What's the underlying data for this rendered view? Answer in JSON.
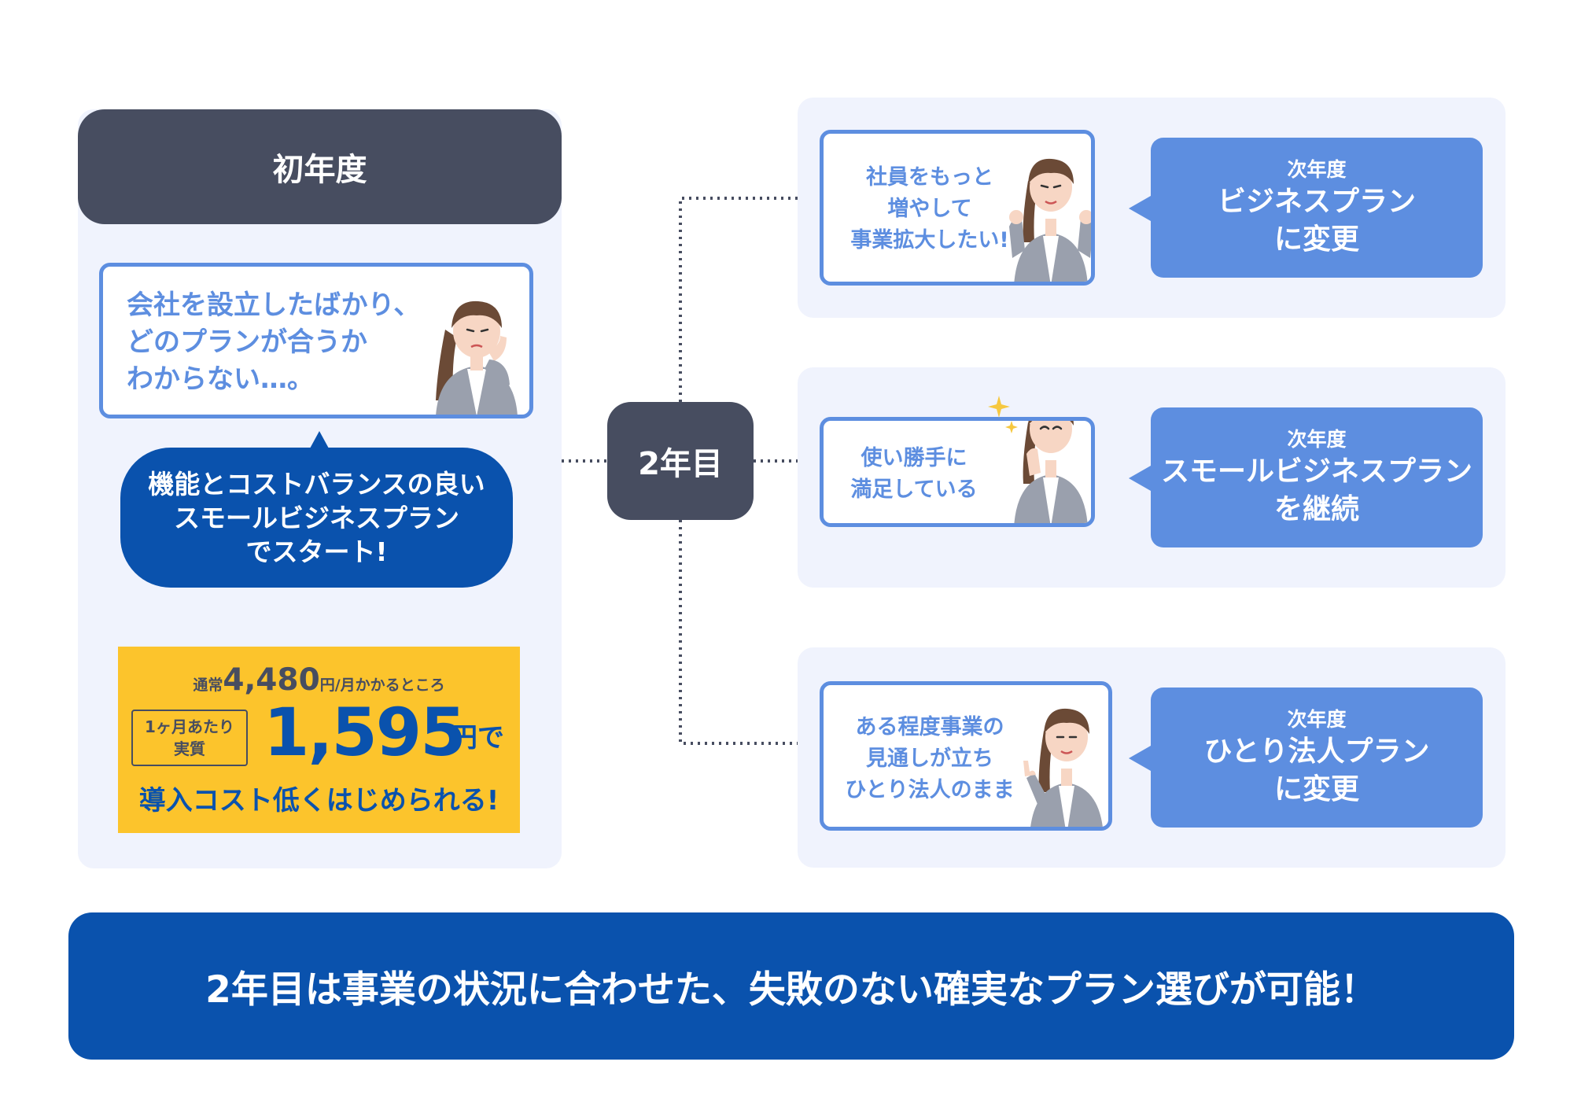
{
  "colors": {
    "dark": "#474d60",
    "panel_bg": "#f0f3fd",
    "accent_blue": "#5d8ee0",
    "brand_blue": "#0a52ad",
    "price_yellow": "#fcc42c"
  },
  "first_year": {
    "title": "初年度",
    "concern": "会社を設立したばかり、\nどのプランが合うか\nわからない…。",
    "solution": "機能とコストバランスの良い\nスモールビジネスプラン\nでスタート!",
    "price": {
      "normal_prefix": "通常",
      "normal_amount": "4,480",
      "normal_suffix": "円/月かかるところ",
      "label": "1ヶ月あたり\n実質",
      "amount": "1,595",
      "unit": "円で",
      "tagline": "導入コスト低くはじめられる!"
    }
  },
  "center": {
    "label": "2年目"
  },
  "cases": [
    {
      "situation": "社員をもっと\n増やして\n事業拡大したい!",
      "next_label": "次年度",
      "plan": "ビジネスプラン\nに変更"
    },
    {
      "situation": "使い勝手に\n満足している",
      "next_label": "次年度",
      "plan": "スモールビジネスプラン\nを継続"
    },
    {
      "situation": "ある程度事業の\n見通しが立ち\nひとり法人のまま",
      "next_label": "次年度",
      "plan": "ひとり法人プラン\nに変更"
    }
  ],
  "footer": {
    "message": "2年目は事業の状況に合わせた、失敗のない確実なプラン選びが可能！"
  }
}
